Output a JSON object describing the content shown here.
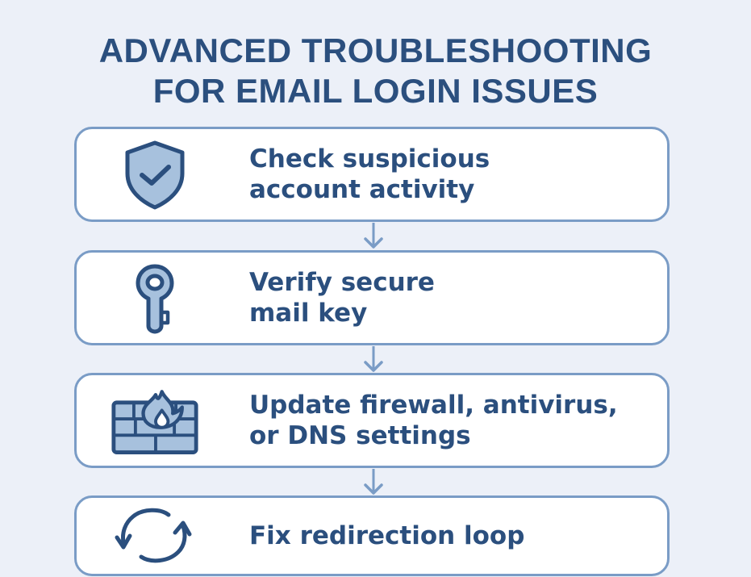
{
  "title": {
    "line1": "ADVANCED TROUBLESHOOTING",
    "line2": "FOR EMAIL LOGIN ISSUES"
  },
  "colors": {
    "background": "#ecf0f8",
    "card_border": "#7a9cc6",
    "text": "#2b4f7e",
    "icon_fill": "#a7c1dd",
    "icon_stroke": "#2b4f7e"
  },
  "steps": [
    {
      "icon": "shield-check-icon",
      "line1": "Check suspicious",
      "line2": "account activity"
    },
    {
      "icon": "key-icon",
      "line1": "Verify secure",
      "line2": "mail key"
    },
    {
      "icon": "firewall-icon",
      "line1": "Update firewall, antivirus,",
      "line2": "or DNS settings"
    },
    {
      "icon": "refresh-loop-icon",
      "line1": "Fix redirection loop"
    }
  ],
  "connectors": [
    {
      "icon": "arrow-down-icon"
    },
    {
      "icon": "arrow-down-icon"
    },
    {
      "icon": "arrow-down-icon"
    }
  ]
}
